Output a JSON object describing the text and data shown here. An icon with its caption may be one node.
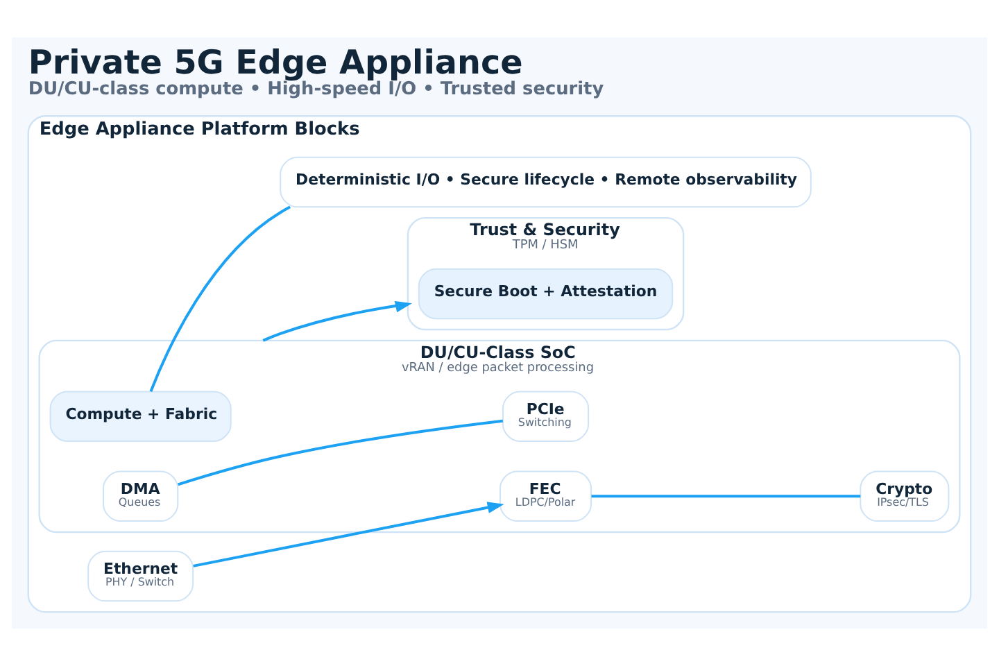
{
  "diagram": {
    "title": "Private 5G Edge Appliance",
    "caption": "DU/CU-class compute • High-speed I/O • Trusted security",
    "nodes": [
      {
        "text": [
          "Edge Appliance Platform Blocks"
        ]
      },
      {
        "text": [
          "Ethernet",
          "PHY / Switch"
        ],
        "in": 0
      },
      {
        "text": [
          "DU/CU-Class SoC",
          "vRAN / edge packet processing"
        ],
        "in": 0
      },
      {
        "text": [
          "Compute + Fabric"
        ],
        "in": 2
      },
      {
        "text": [
          "FEC",
          "LDPC/Polar"
        ],
        "in": 2
      },
      {
        "text": [
          "DMA",
          "Queues"
        ],
        "in": 2
      },
      {
        "text": [
          "Crypto",
          "IPsec/TLS"
        ],
        "in": 2
      },
      {
        "text": [
          "PCIe",
          "Switching"
        ],
        "in": 2
      },
      {
        "text": [
          "Trust & Security",
          "TPM / HSM"
        ],
        "in": 0
      },
      {
        "text": [
          "Secure Boot + Attestation"
        ],
        "in": 8
      },
      {
        "text": [
          "Deterministic I/O • Secure lifecycle • Remote observability"
        ],
        "in": 0
      }
    ],
    "edges": [
      {
        "from": 1,
        "to": 4,
        "arrow": "to"
      },
      {
        "from": 2,
        "to": 8,
        "arrow": "to"
      },
      {
        "from": 4,
        "to": 6,
        "arrow": "none"
      },
      {
        "from": 5,
        "to": 7,
        "arrow": "none"
      },
      {
        "from": 3,
        "to": 10,
        "arrow": "none"
      }
    ]
  }
}
